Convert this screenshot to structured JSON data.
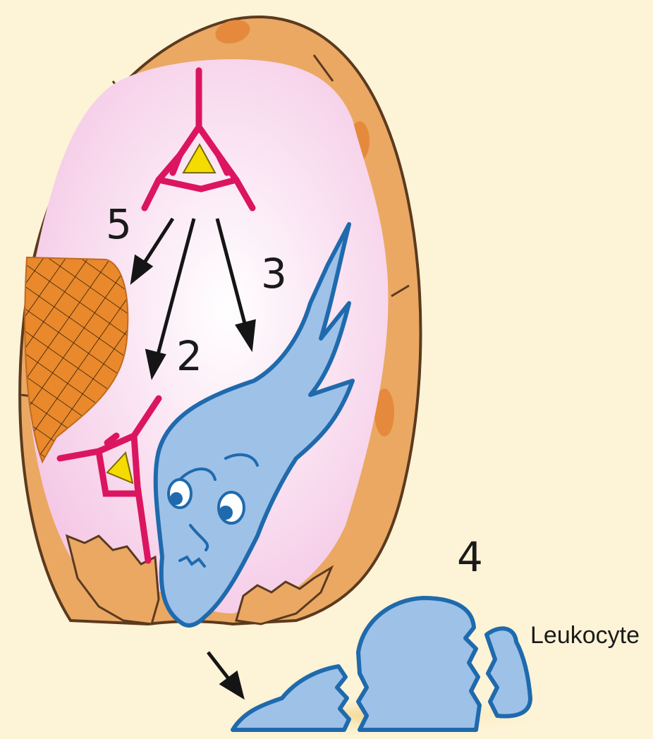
{
  "labels": {
    "num_5": "5",
    "num_3": "3",
    "num_2": "2",
    "num_4": "4",
    "leukocyte": "Leukocyte"
  },
  "colors": {
    "background": "#fdf3d6",
    "vessel_wall": "#eaa863",
    "wall_outline": "#5b3a1e",
    "nucleus": "#e58a3d",
    "lumen": "#f7d5ec",
    "antibody": "#dc1560",
    "antigen": "#f4dc00",
    "matrix": "#e9892b",
    "leukocyte_fill": "#9ec1e8",
    "leukocyte_outline": "#1f6aad"
  }
}
